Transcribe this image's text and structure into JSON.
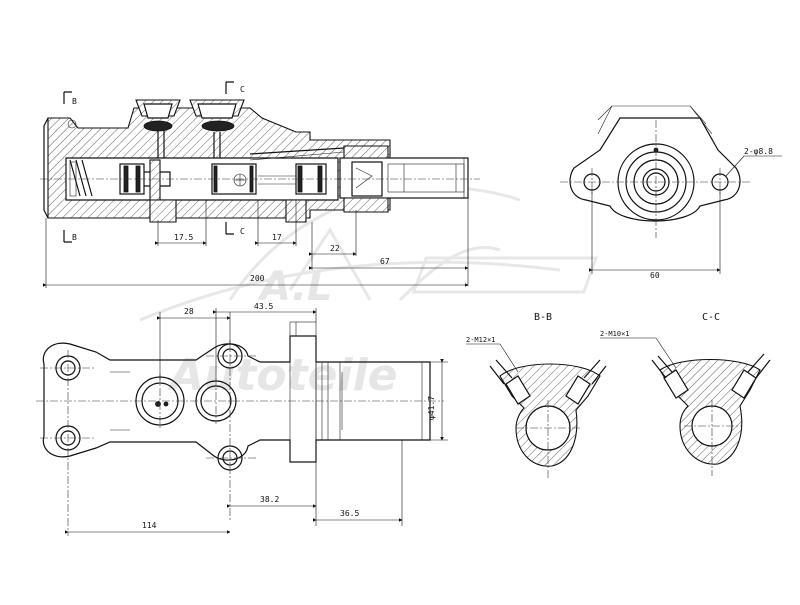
{
  "section_marks": {
    "b_top": "B",
    "b_bottom": "B",
    "c_top": "C",
    "c_bottom": "C"
  },
  "dimensions": {
    "d_17_5": "17.5",
    "d_17": "17",
    "d_22": "22",
    "d_67": "67",
    "d_200": "200",
    "d_60": "60",
    "d_28": "28",
    "d_43_5": "43.5",
    "d_41_7": "φ41.7",
    "d_38_2": "38.2",
    "d_114": "114",
    "d_36_5": "36.5"
  },
  "callouts": {
    "holes": "2-φ8.8",
    "thread_b": "2-M12×1",
    "thread_c": "2-M10×1"
  },
  "section_titles": {
    "bb": "B-B",
    "cc": "C-C"
  },
  "watermark": {
    "brand": "Autoteile",
    "brand_prefix": "A.L"
  },
  "colors": {
    "line": "#111111",
    "watermark": "#e6e6e6",
    "background": "#ffffff"
  }
}
